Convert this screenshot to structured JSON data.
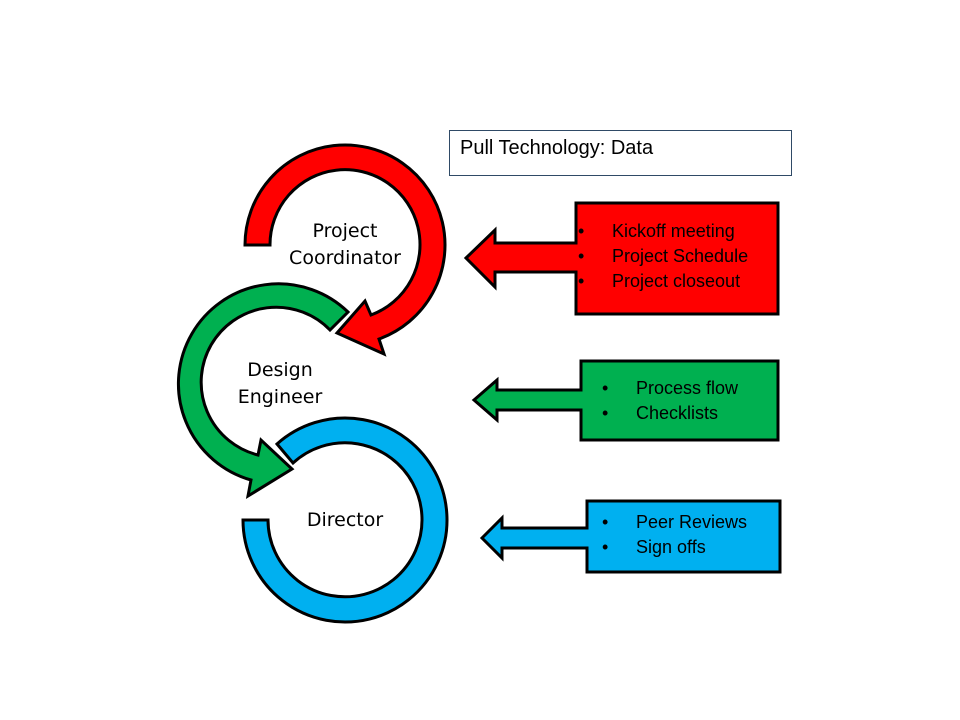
{
  "title": "Pull Technology: Data",
  "colors": {
    "red": "#ff0000",
    "green": "#00b050",
    "blue": "#00b0f0"
  },
  "roles": [
    {
      "line1": "Project",
      "line2": "Coordinator"
    },
    {
      "line1": "Design",
      "line2": "Engineer"
    },
    {
      "line1": "Director"
    }
  ],
  "callouts": [
    {
      "items": [
        "Kickoff meeting",
        "Project Schedule",
        "Project closeout"
      ]
    },
    {
      "items": [
        "Process flow",
        "Checklists"
      ]
    },
    {
      "items": [
        "Peer Reviews",
        "Sign offs"
      ]
    }
  ],
  "bullet": "•"
}
